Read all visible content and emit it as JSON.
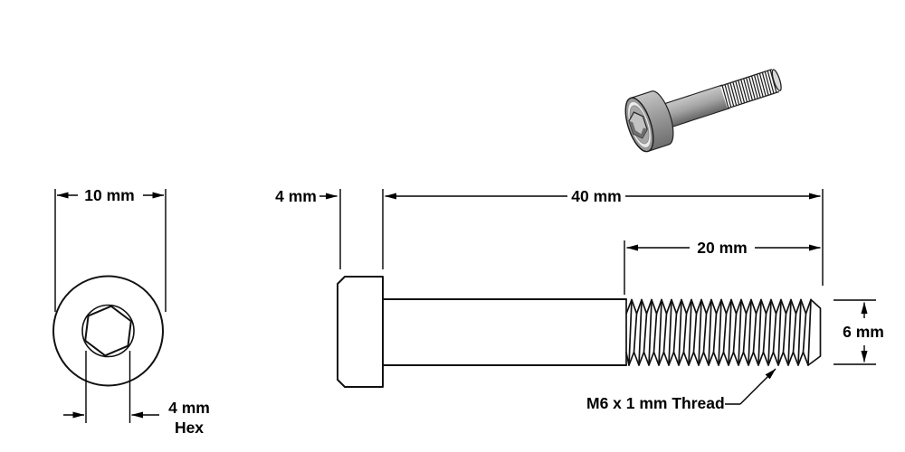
{
  "drawing": {
    "front_view": {
      "head_diameter_label": "10 mm",
      "hex_label_line1": "4 mm",
      "hex_label_line2": "Hex"
    },
    "side_view": {
      "head_length_label": "4 mm",
      "shaft_length_label": "40 mm",
      "thread_length_label": "20 mm",
      "thread_diameter_label": "6 mm",
      "thread_spec_label": "M6 x 1 mm Thread"
    },
    "colors": {
      "line": "#111111",
      "background": "#ffffff",
      "metal_light": "#c9c9c9",
      "metal_mid": "#a0a0a0",
      "metal_dark": "#636363",
      "chamfer_ring": "#ececec",
      "thread_face": "#f7f7f7"
    }
  }
}
